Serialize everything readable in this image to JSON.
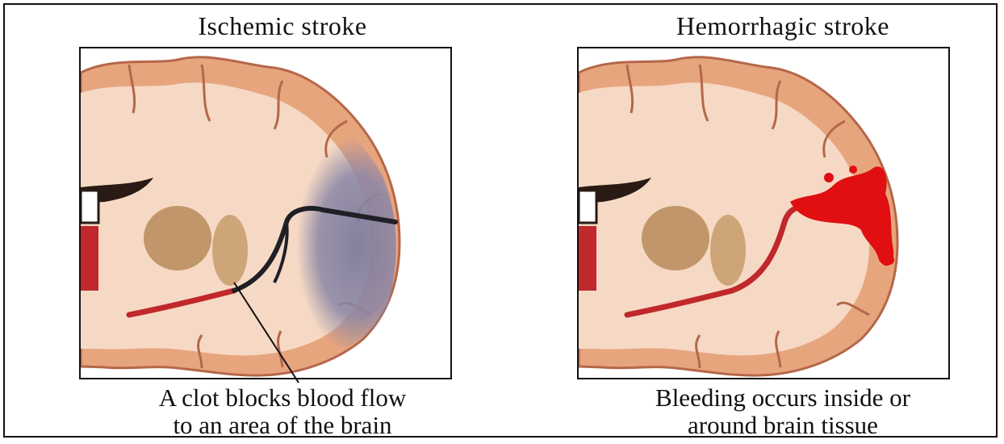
{
  "panels": {
    "ischemic": {
      "title": "Ischemic stroke",
      "caption_line1": "A clot blocks blood flow",
      "caption_line2": "to an area of the brain"
    },
    "hemorrhagic": {
      "title": "Hemorrhagic stroke",
      "caption_line1": "Bleeding occurs inside or",
      "caption_line2": "around brain tissue"
    }
  },
  "colors": {
    "brain_tissue": "#f6d9c4",
    "cortex": "#e7a57e",
    "cortex_edge": "#b5674a",
    "ischemic_region": "#8a86a6",
    "artery": "#c0282b",
    "blocked_artery": "#1f1f26",
    "bleed": "#e10f12",
    "nuclei": "#b78a5a"
  }
}
